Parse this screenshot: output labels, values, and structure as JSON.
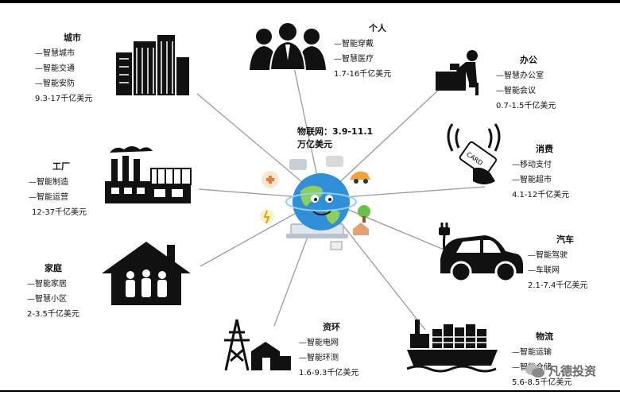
{
  "center": {
    "title_line1": "物联网：3.9-11.1",
    "title_line2": "万亿美元"
  },
  "nodes": {
    "city": {
      "title": "城市",
      "items": [
        "—智慧城市",
        "—智能交通",
        "—智能安防"
      ],
      "value": "9.3-17千亿美元"
    },
    "personal": {
      "title": "个人",
      "items": [
        "—智能穿戴",
        "—智慧医疗"
      ],
      "value": "1.7-16千亿美元"
    },
    "office": {
      "title": "办公",
      "items": [
        "—智慧办公室",
        "—智能会议"
      ],
      "value": "0.7-1.5千亿美元"
    },
    "consumption": {
      "title": "消费",
      "items": [
        "—移动支付",
        "—智能超市"
      ],
      "value": "4.1-12千亿美元"
    },
    "factory": {
      "title": "工厂",
      "items": [
        "—智能制造",
        "—智能运营"
      ],
      "value": "12-37千亿美元"
    },
    "car": {
      "title": "汽车",
      "items": [
        "—智能驾驶",
        "—车联网"
      ],
      "value": "2.1-7.4千亿美元"
    },
    "home": {
      "title": "家庭",
      "items": [
        "—智能家居",
        "—智慧小区"
      ],
      "value": "2-3.5千亿美元"
    },
    "resources": {
      "title": "资环",
      "items": [
        "—智能电网",
        "—智能环测"
      ],
      "value": "1.6-9.3千亿美元"
    },
    "logistics": {
      "title": "物流",
      "items": [
        "—智能运输",
        "—智能仓储"
      ],
      "value": "5.6-8.5千亿美元"
    }
  },
  "icons": {
    "city": "city-buildings-icon",
    "personal": "people-group-icon",
    "office": "person-at-desk-icon",
    "consumption": "card-payment-icon",
    "factory": "factory-icon",
    "car": "electric-car-icon",
    "home": "house-family-icon",
    "resources": "power-tower-icon",
    "logistics": "cargo-ship-icon",
    "center": "globe-laptop-icon"
  },
  "card_text": "CARD",
  "watermark": "凡德投资",
  "colors": {
    "ink": "#111111",
    "line": "#9a9a9a",
    "globe": "#2f8fd8",
    "accent": "#e87b2c",
    "watermark": "#6a6a6a"
  }
}
